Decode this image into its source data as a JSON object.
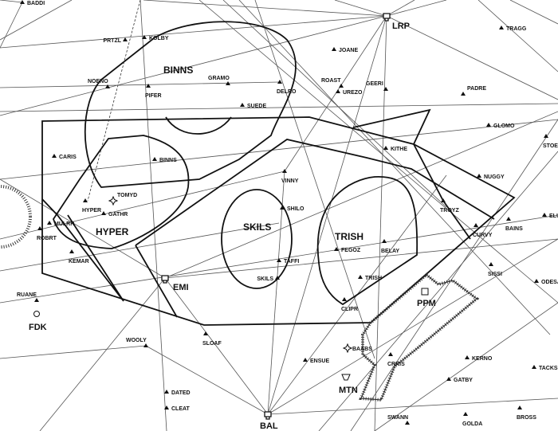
{
  "airspace_labels": [
    "BINNS",
    "HYPER",
    "SKILS",
    "TRISH"
  ],
  "navaids": [
    "LRP",
    "EMI",
    "BAL",
    "FDK",
    "PPM",
    "MTN"
  ],
  "fixes": [
    "BADDI",
    "PRTZL",
    "KOLBY",
    "NOENO",
    "PIFER",
    "GRAMO",
    "SUEDE",
    "DELRO",
    "JOANE",
    "ROAST",
    "UREZO",
    "GEERI",
    "TRAGG",
    "PADRE",
    "GLOMO",
    "STOEN",
    "KITHE",
    "VINNY",
    "NUGGY",
    "CARIS",
    "BINNS",
    "TOMYD",
    "HYPER",
    "GATHR",
    "MULRR",
    "ROBRT",
    "KEMAR",
    "SHILO",
    "TROYZ",
    "CURVY",
    "BAINS",
    "ELUDE",
    "SISSI",
    "ODESA",
    "FEGOZ",
    "BELAY",
    "TRISH",
    "TAFFI",
    "SKILS",
    "CLIPR",
    "RUANE",
    "WOOLY",
    "SLOAF",
    "ENSUE",
    "BAABS",
    "CRRIS",
    "KERNO",
    "GATBY",
    "TACKS",
    "SWANN",
    "GOLDA",
    "BROSS",
    "DATED",
    "CLEAT"
  ]
}
